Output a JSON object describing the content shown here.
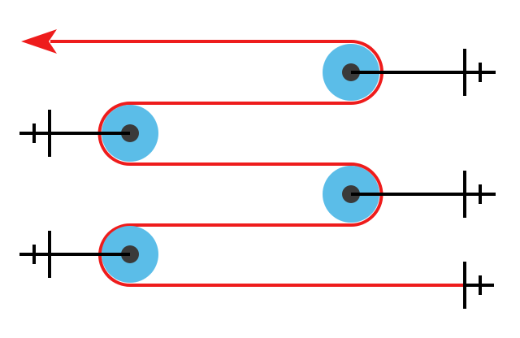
{
  "diagram": {
    "description_type": "rope-and-pulley system",
    "pulley_count": 4,
    "anchor_count": 5,
    "colors": {
      "background": "#ffffff",
      "rope": "#ee1c1c",
      "pulley_wheel": "#5bbde8",
      "pulley_axle": "#3a3a3a",
      "anchor_rod": "#000000"
    },
    "icons": {
      "pulley": "pulley-icon",
      "anchor": "ground-anchor-icon",
      "arrow": "pull-direction-arrow-icon"
    }
  }
}
